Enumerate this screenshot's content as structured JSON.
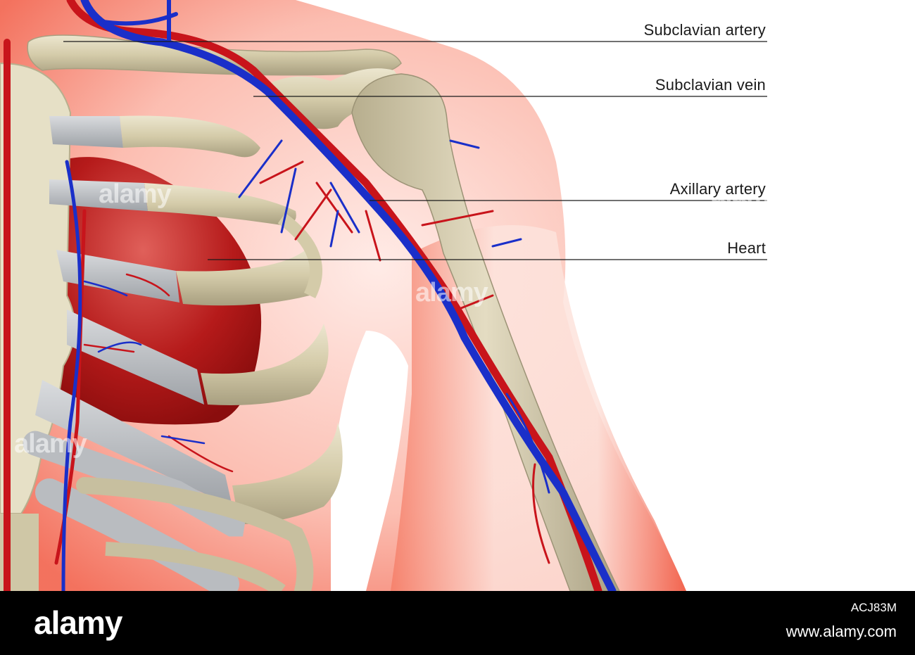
{
  "labels": {
    "subclavian_artery": "Subclavian artery",
    "subclavian_vein": "Subclavian vein",
    "axillary_artery": "Axillary artery",
    "heart": "Heart"
  },
  "watermark": "alamy",
  "footer": {
    "logo": "alamy",
    "image_id": "ACJ83M",
    "url": "www.alamy.com"
  },
  "colors": {
    "skin": "#f26a55",
    "bone": "#d9d2b6",
    "cartilage": "#b9bcc0",
    "heart": "#b51a1a",
    "artery": "#c8141b",
    "vein": "#1a2fc9"
  }
}
